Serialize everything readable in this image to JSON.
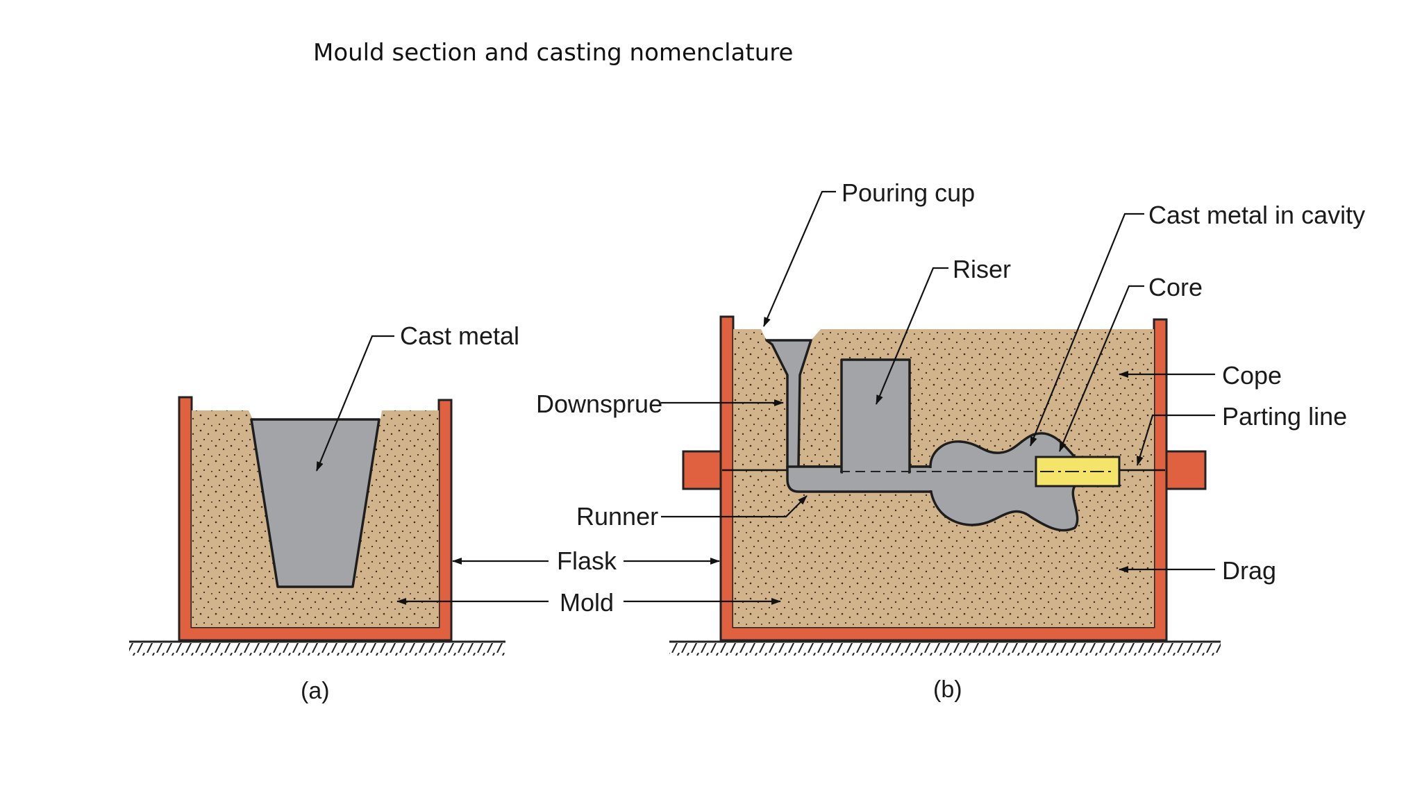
{
  "title": "Mould section and casting nomenclature",
  "diagram": {
    "a": {
      "caption": "(a)",
      "labels": {
        "cast_metal": "Cast metal"
      }
    },
    "b": {
      "caption": "(b)",
      "labels": {
        "pouring_cup": "Pouring cup",
        "cast_metal_in_cavity": "Cast metal in cavity",
        "riser": "Riser",
        "core": "Core",
        "cope": "Cope",
        "downsprue": "Downsprue",
        "parting_line": "Parting line",
        "runner": "Runner",
        "drag": "Drag"
      }
    },
    "shared_labels": {
      "flask": "Flask",
      "mold": "Mold"
    },
    "colors": {
      "flask": "#e0613f",
      "sand": "#d2b48c",
      "metal": "#a3a4a7",
      "core": "#f4e46a"
    }
  }
}
